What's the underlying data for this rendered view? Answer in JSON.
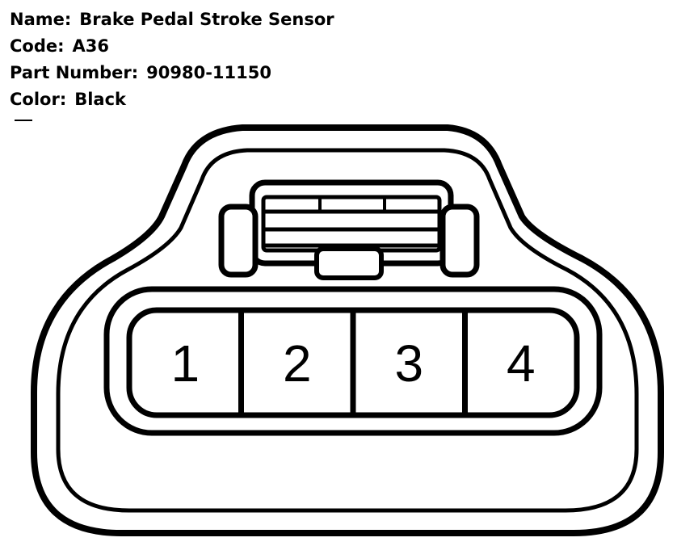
{
  "info": {
    "name_label": "Name:",
    "name_value": "Brake Pedal Stroke Sensor",
    "code_label": "Code:",
    "code_value": "A36",
    "part_label": "Part Number:",
    "part_value": "90980-11150",
    "color_label": "Color:",
    "color_value": "Black"
  },
  "pins": [
    "1",
    "2",
    "3",
    "4"
  ],
  "colors": {
    "line": "#000000",
    "background": "#ffffff"
  }
}
